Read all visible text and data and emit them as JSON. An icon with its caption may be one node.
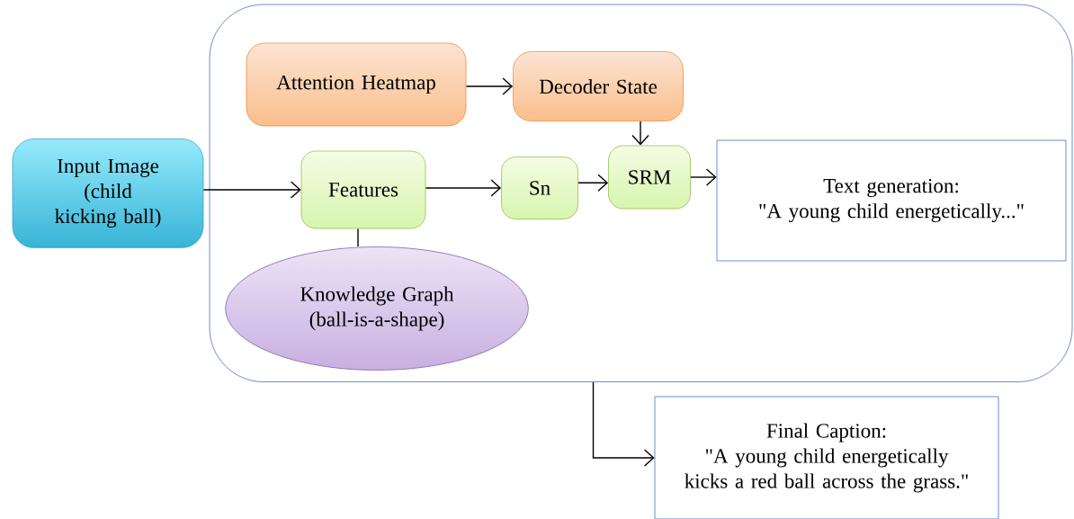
{
  "diagram": {
    "nodes": [
      {
        "text": [
          "Input Image (child kicking ball)"
        ]
      },
      {
        "text": [],
        "shape": "box"
      },
      {
        "text": [
          "Attention Heatmap"
        ],
        "in": 1
      },
      {
        "text": [
          "Decoder State"
        ],
        "in": 1
      },
      {
        "text": [
          "Features"
        ],
        "in": 1
      },
      {
        "text": [
          "Sn"
        ],
        "in": 1
      },
      {
        "text": [
          "SRM"
        ],
        "in": 1
      },
      {
        "text": [
          "Text generation:",
          "\"A young child energetically...\""
        ],
        "in": 1
      },
      {
        "text": [
          "Knowledge Graph (ball-is-a-shape)"
        ],
        "in": 1
      },
      {
        "text": [
          "Final Caption:",
          "\"A young child energetically kicks a red ball across the grass.\""
        ]
      }
    ],
    "edges": [
      {
        "from": 0,
        "to": 4,
        "arrow": "to"
      },
      {
        "from": 2,
        "to": 3,
        "arrow": "to"
      },
      {
        "from": 3,
        "to": 6,
        "arrow": "to"
      },
      {
        "from": 4,
        "to": 5,
        "arrow": "to"
      },
      {
        "from": 5,
        "to": 6,
        "arrow": "to"
      },
      {
        "from": 6,
        "to": 7,
        "arrow": "to"
      },
      {
        "from": 4,
        "to": 8,
        "arrow": "none"
      },
      {
        "from": 1,
        "to": 9,
        "arrow": "to"
      }
    ]
  }
}
